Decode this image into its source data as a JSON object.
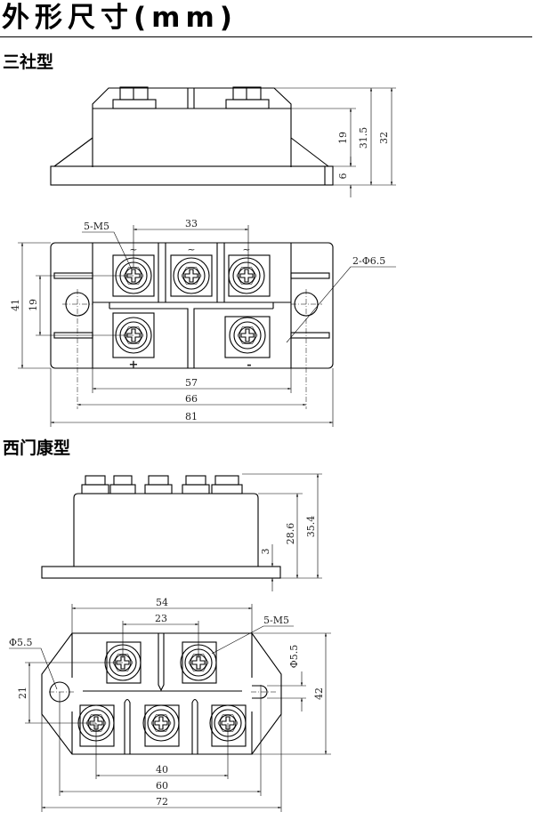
{
  "header": {
    "title": "外形尺寸(mm)"
  },
  "sections": [
    {
      "name": "三社型",
      "side_view": {
        "dims": [
          "19",
          "31.5",
          "32",
          "6"
        ]
      },
      "top_view": {
        "screw_label": "5-M5",
        "hole_label": "2-Φ6.5",
        "dims": [
          "33",
          "57",
          "66",
          "81",
          "41",
          "19"
        ],
        "terminal_marks": [
          "~",
          "~",
          "~",
          "+",
          "-"
        ]
      }
    },
    {
      "name": "西门康型",
      "side_view": {
        "dims": [
          "28.6",
          "35.4",
          "3"
        ]
      },
      "top_view": {
        "screw_label": "5-M5",
        "hole_label_left": "Φ5.5",
        "hole_label_right": "Φ5.5",
        "dims": [
          "54",
          "23",
          "40",
          "60",
          "72",
          "21",
          "42"
        ]
      }
    }
  ]
}
